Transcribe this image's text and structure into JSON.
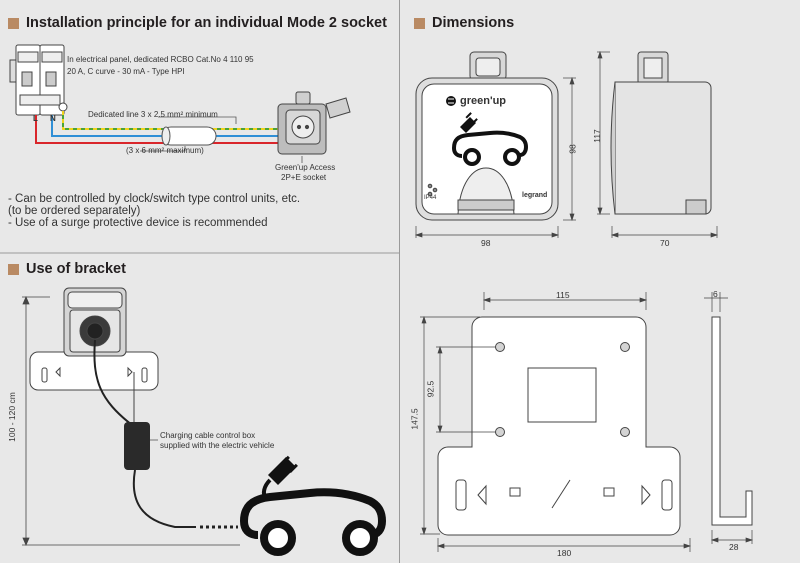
{
  "left": {
    "installation": {
      "title": "Installation principle for an individual Mode 2 socket",
      "panel_note": [
        "In electrical panel, dedicated RCBO Cat.No 4 110 95",
        "20 A, C curve - 30 mA - Type HPI"
      ],
      "line_note": "Dedicated line 3 x 2.5 mm² minimum",
      "cable_note": "(3 x 6 mm² maximum)",
      "socket_note": [
        "Green'up Access",
        "2P+E socket"
      ],
      "terminal_l": "L",
      "terminal_n": "N",
      "bullets": [
        "- Can be controlled by clock/switch type control units, etc.",
        "(to be ordered separately)",
        "- Use of a surge protective device is recommended"
      ]
    },
    "bracket": {
      "title": "Use of bracket",
      "height_label": "100 - 120 cm",
      "control_box_note": [
        "Charging cable control box",
        "supplied with the electric vehicle"
      ]
    }
  },
  "right": {
    "dimensions": {
      "title": "Dimensions",
      "brand": "green'up",
      "maker": "legrand",
      "ip_rating": "IP44",
      "front_width": "98",
      "front_height": "98",
      "side_height": "117",
      "side_depth": "70"
    },
    "bracket_dims": {
      "top_width": "115",
      "thickness": "6",
      "hole_spacing": "92.5",
      "total_height": "147.5",
      "bottom_width": "180",
      "hook_depth": "28"
    }
  },
  "colors": {
    "header_square": "#b98a63",
    "wire_live": "#d9262b",
    "wire_neutral": "#2f8fd6",
    "wire_earth_green": "#4aa33a",
    "wire_earth_yellow": "#f0d21c"
  }
}
